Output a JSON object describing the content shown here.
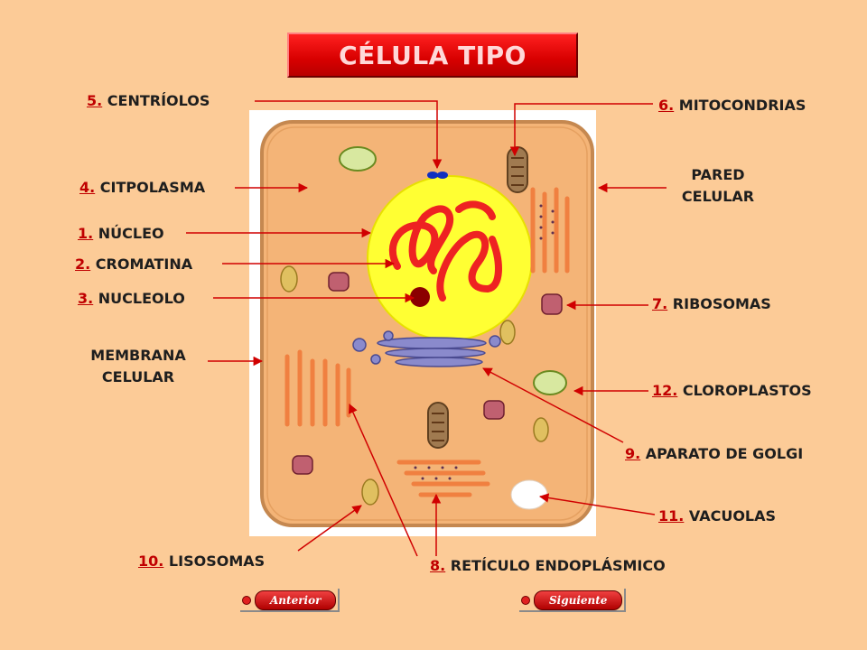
{
  "title": "CÉLULA TIPO",
  "labels": {
    "centriolos": {
      "num": "5.",
      "text": " CENTRÍOLOS"
    },
    "mitocondrias": {
      "num": "6.",
      "text": " MITOCONDRIAS"
    },
    "citoplasma": {
      "num": "4.",
      "text": " CITPOLASMA"
    },
    "pared": {
      "line1": "PARED",
      "line2": "CELULAR"
    },
    "nucleo": {
      "num": "1.",
      "text": " NÚCLEO"
    },
    "cromatina": {
      "num": "2.",
      "text": " CROMATINA"
    },
    "nucleolo": {
      "num": "3.",
      "text": " NUCLEOLO"
    },
    "ribosomas": {
      "num": "7.",
      "text": " RIBOSOMAS"
    },
    "membrana": {
      "line1": "MEMBRANA",
      "line2": "CELULAR"
    },
    "cloroplastos": {
      "num": "12.",
      "text": " CLOROPLASTOS"
    },
    "golgi": {
      "num": "9.",
      "text": " APARATO DE GOLGI"
    },
    "vacuolas": {
      "num": "11.",
      "text": " VACUOLAS"
    },
    "lisosomas": {
      "num": "10.",
      "text": " LISOSOMAS"
    },
    "reticulo": {
      "num": "8.",
      "text": " RETÍCULO ENDOPLÁSMICO"
    }
  },
  "nav": {
    "prev": "Anterior",
    "next": "Siguiente"
  },
  "colors": {
    "background": "#FCCB97",
    "cell": "#F4B477",
    "nucleus": "#FFFF33",
    "chromatin": "#EE2222",
    "accent": "#C00000"
  }
}
